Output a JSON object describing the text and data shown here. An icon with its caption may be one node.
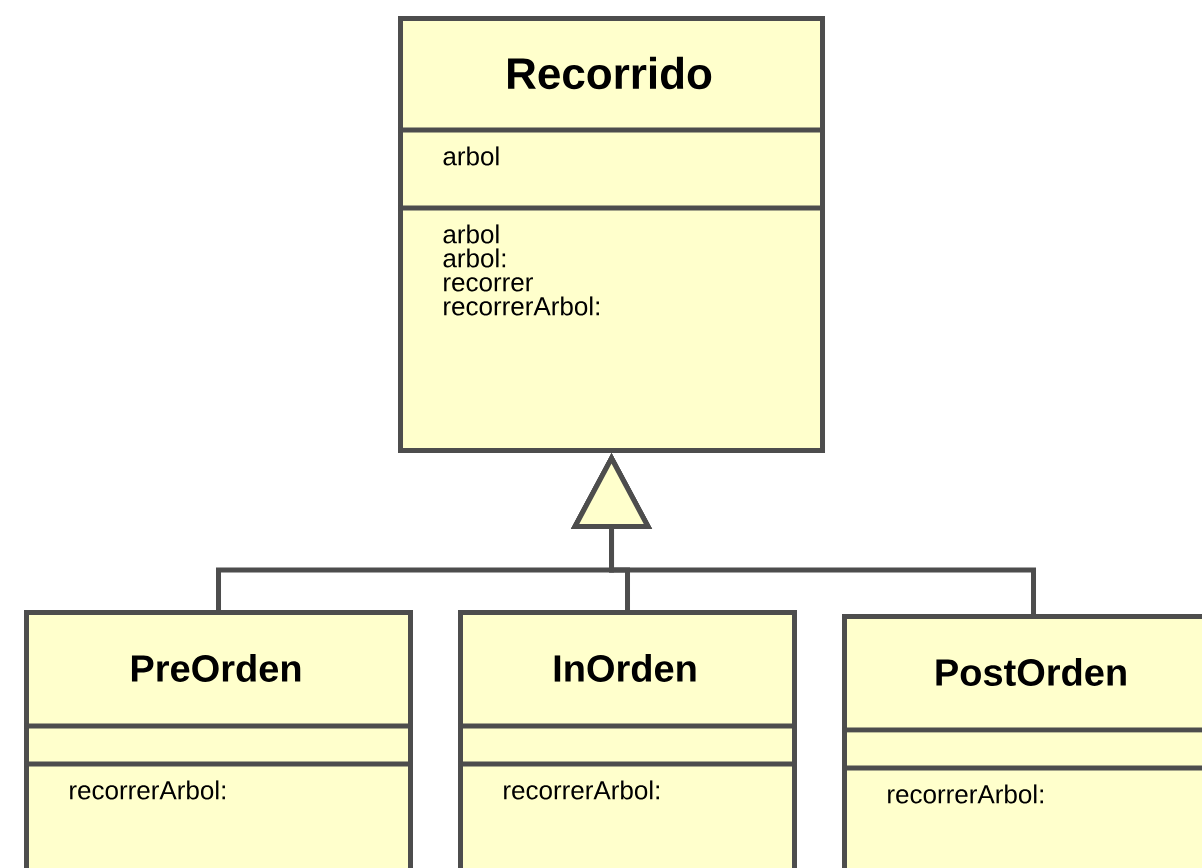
{
  "diagram": {
    "nodes": [
      {
        "text": [
          "Recorrido",
          "arbol",
          "arbol arbol: recorrer recorrerArbol:"
        ]
      },
      {
        "text": [
          "PreOrden",
          "recorrerArbol:"
        ]
      },
      {
        "text": [
          "InOrden",
          "recorrerArbol:"
        ]
      },
      {
        "text": [
          "PostOrden",
          "recorrerArbol:"
        ]
      }
    ],
    "edges": [
      {
        "from": 1,
        "to": 0,
        "arrow": "to"
      },
      {
        "from": 2,
        "to": 0,
        "arrow": "to"
      },
      {
        "from": 3,
        "to": 0,
        "arrow": "to"
      }
    ]
  }
}
